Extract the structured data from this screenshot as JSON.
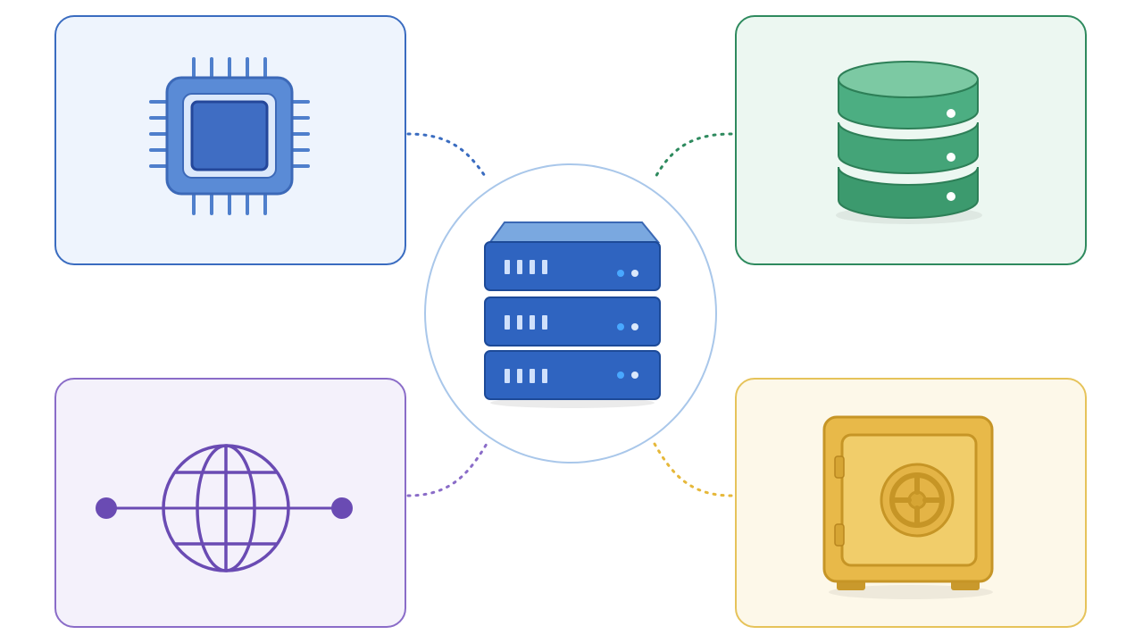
{
  "colors": {
    "compute": "#3a6cc0",
    "compute_fill": "#eef4fd",
    "database": "#2e8a5e",
    "database_fill": "#ecf7f1",
    "network": "#8a6cc8",
    "network_fill": "#f4f1fb",
    "vault": "#e6c35a",
    "vault_fill": "#fdf8e9",
    "hub": "#a9c7ea"
  },
  "nodes": [
    {
      "id": "compute",
      "icon": "cpu-chip-icon"
    },
    {
      "id": "database",
      "icon": "database-icon"
    },
    {
      "id": "network",
      "icon": "globe-network-icon"
    },
    {
      "id": "vault",
      "icon": "safe-vault-icon"
    }
  ],
  "center": {
    "icon": "server-rack-icon"
  },
  "connectors": [
    {
      "from": "server",
      "to": "compute",
      "style": "dotted"
    },
    {
      "from": "server",
      "to": "database",
      "style": "dotted"
    },
    {
      "from": "server",
      "to": "network",
      "style": "dotted"
    },
    {
      "from": "server",
      "to": "vault",
      "style": "dotted"
    }
  ]
}
